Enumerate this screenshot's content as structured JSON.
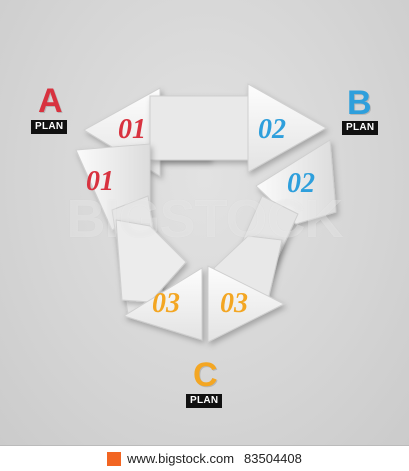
{
  "plans": [
    {
      "letter": "A",
      "tag": "PLAN",
      "color": "#d8323f"
    },
    {
      "letter": "B",
      "tag": "PLAN",
      "color": "#2e9fdc"
    },
    {
      "letter": "C",
      "tag": "PLAN",
      "color": "#f3a623"
    }
  ],
  "numbers": {
    "n01_top": "01",
    "n02_top": "02",
    "n01_left": "01",
    "n02_right": "02",
    "n03_left": "03",
    "n03_right": "03"
  },
  "colors": {
    "red": "#d8323f",
    "blue": "#2e9fdc",
    "orange": "#f3a623",
    "arrow_fill": "#f4f4f4",
    "background": "#d6d6d6"
  },
  "watermark": "BIGSTOCK",
  "footer": {
    "site": "www.bigstock.com",
    "image_number": "83504408"
  }
}
